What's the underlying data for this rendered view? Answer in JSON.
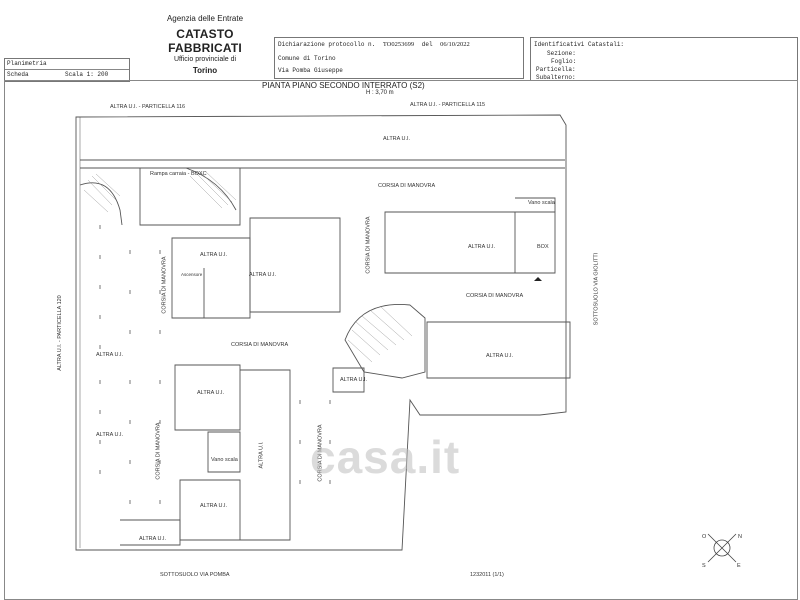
{
  "header": {
    "agency": "Agenzia delle Entrate",
    "title": "CATASTO FABBRICATI",
    "office": "Ufficio provinciale di",
    "city": "Torino",
    "left_row1": "Planimetria",
    "left_row2_a": "Scheda",
    "left_row2_b": "Scala 1: 200",
    "decl_label": "Dichiarazione protocollo n.",
    "decl_number": "TO0253699",
    "decl_del": "del",
    "decl_date": "06/10/2022",
    "comune": "Comune di Torino",
    "via": "Via Pomba Giuseppe",
    "ident_title": "Identificativi Catastali:",
    "ident_sezione": "Sezione:",
    "ident_foglio": "Foglio:",
    "ident_particella": "Particella:",
    "ident_subalterno": "Subalterno:"
  },
  "plan": {
    "title": "PIANTA PIANO SECONDO INTERRATO (S2)",
    "height": "H : 3,70 m",
    "labels": {
      "particella116": "ALTRA U.I. - PARTICELLA 116",
      "particella115": "ALTRA U.I. - PARTICELLA 115",
      "particella120": "ALTRA U.I. - PARTICELLA 120",
      "sottosuolo_goiotti": "SOTTOSUOLO VIA GIOLITTI",
      "sottosuolo_pomba": "SOTTOSUOLO VIA POMBA",
      "altra_ui": "ALTRA U.I.",
      "corsia": "CORSIA DI MANOVRA",
      "rampa": "Rampa carraia - BOXC",
      "vano_scala": "Vano scala",
      "box": "BOX",
      "ascensore": "Ascensore",
      "footer_code": "1232011 (1/1)"
    }
  },
  "watermark": "casa.it",
  "compass": {
    "n": "N",
    "s": "S",
    "e": "E",
    "o": "O"
  }
}
